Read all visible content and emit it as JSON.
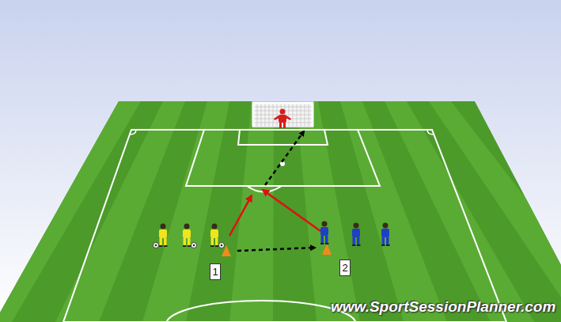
{
  "diagram": {
    "nodes": [
      {
        "text": [
          "1"
        ]
      },
      {
        "text": [
          "2"
        ]
      }
    ],
    "labels": [
      "www.SportSessionPlanner.com"
    ]
  }
}
